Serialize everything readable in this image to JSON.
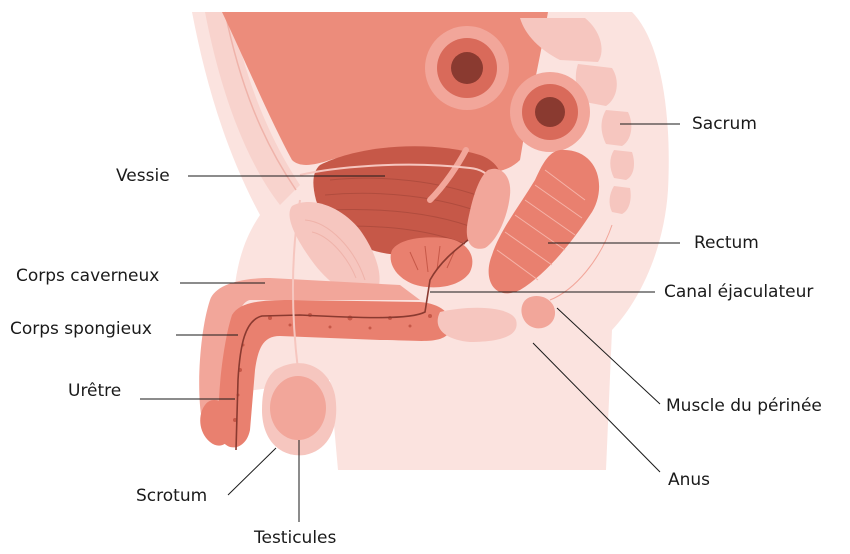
{
  "labels": {
    "vessie": "Vessie",
    "corps_caverneux": "Corps caverneux",
    "corps_spongieux": "Corps spongieux",
    "uretre": "Urêtre",
    "scrotum": "Scrotum",
    "testicules": "Testicules",
    "sacrum": "Sacrum",
    "rectum": "Rectum",
    "canal_ejaculateur": "Canal éjaculateur",
    "muscle_perinee": "Muscle du périnée",
    "anus": "Anus"
  },
  "colors": {
    "background_tissue": "#fbe3df",
    "light_tissue": "#f6c6bf",
    "mid_tissue": "#f2a69a",
    "organ": "#e9806f",
    "dark_organ": "#c65848",
    "deep": "#8a3a30"
  }
}
